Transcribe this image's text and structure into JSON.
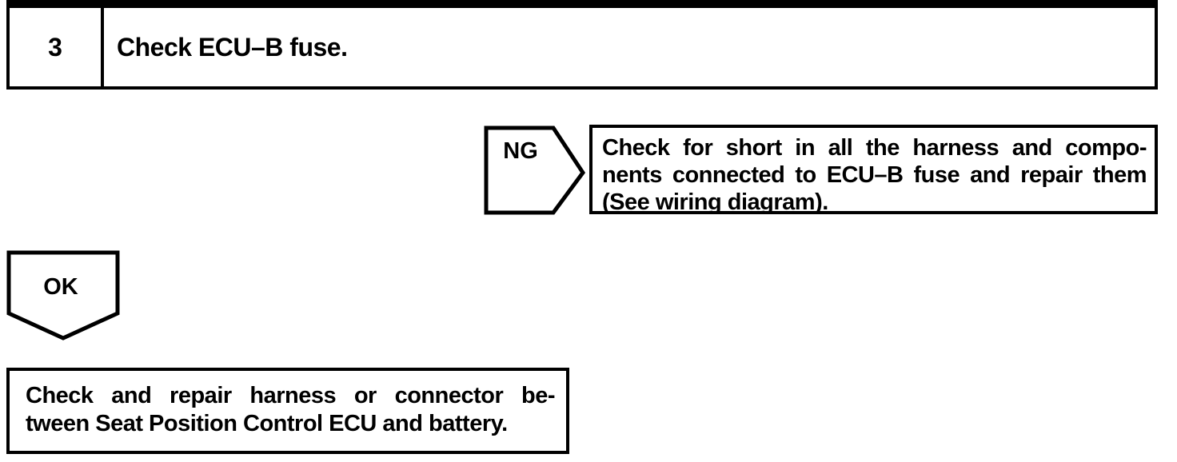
{
  "page": {
    "background_color": "#ffffff",
    "ink_color": "#000000"
  },
  "step": {
    "number": "3",
    "title": "Check ECU–B fuse."
  },
  "ng": {
    "label": "NG",
    "action_lines": [
      "Check for short in all the harness and compo-",
      "nents connected to ECU–B fuse and repair them",
      "(See wiring diagram)."
    ]
  },
  "ok": {
    "label": "OK",
    "action_lines": [
      "Check and repair harness or connector be-",
      "tween Seat Position Control ECU and battery."
    ]
  }
}
